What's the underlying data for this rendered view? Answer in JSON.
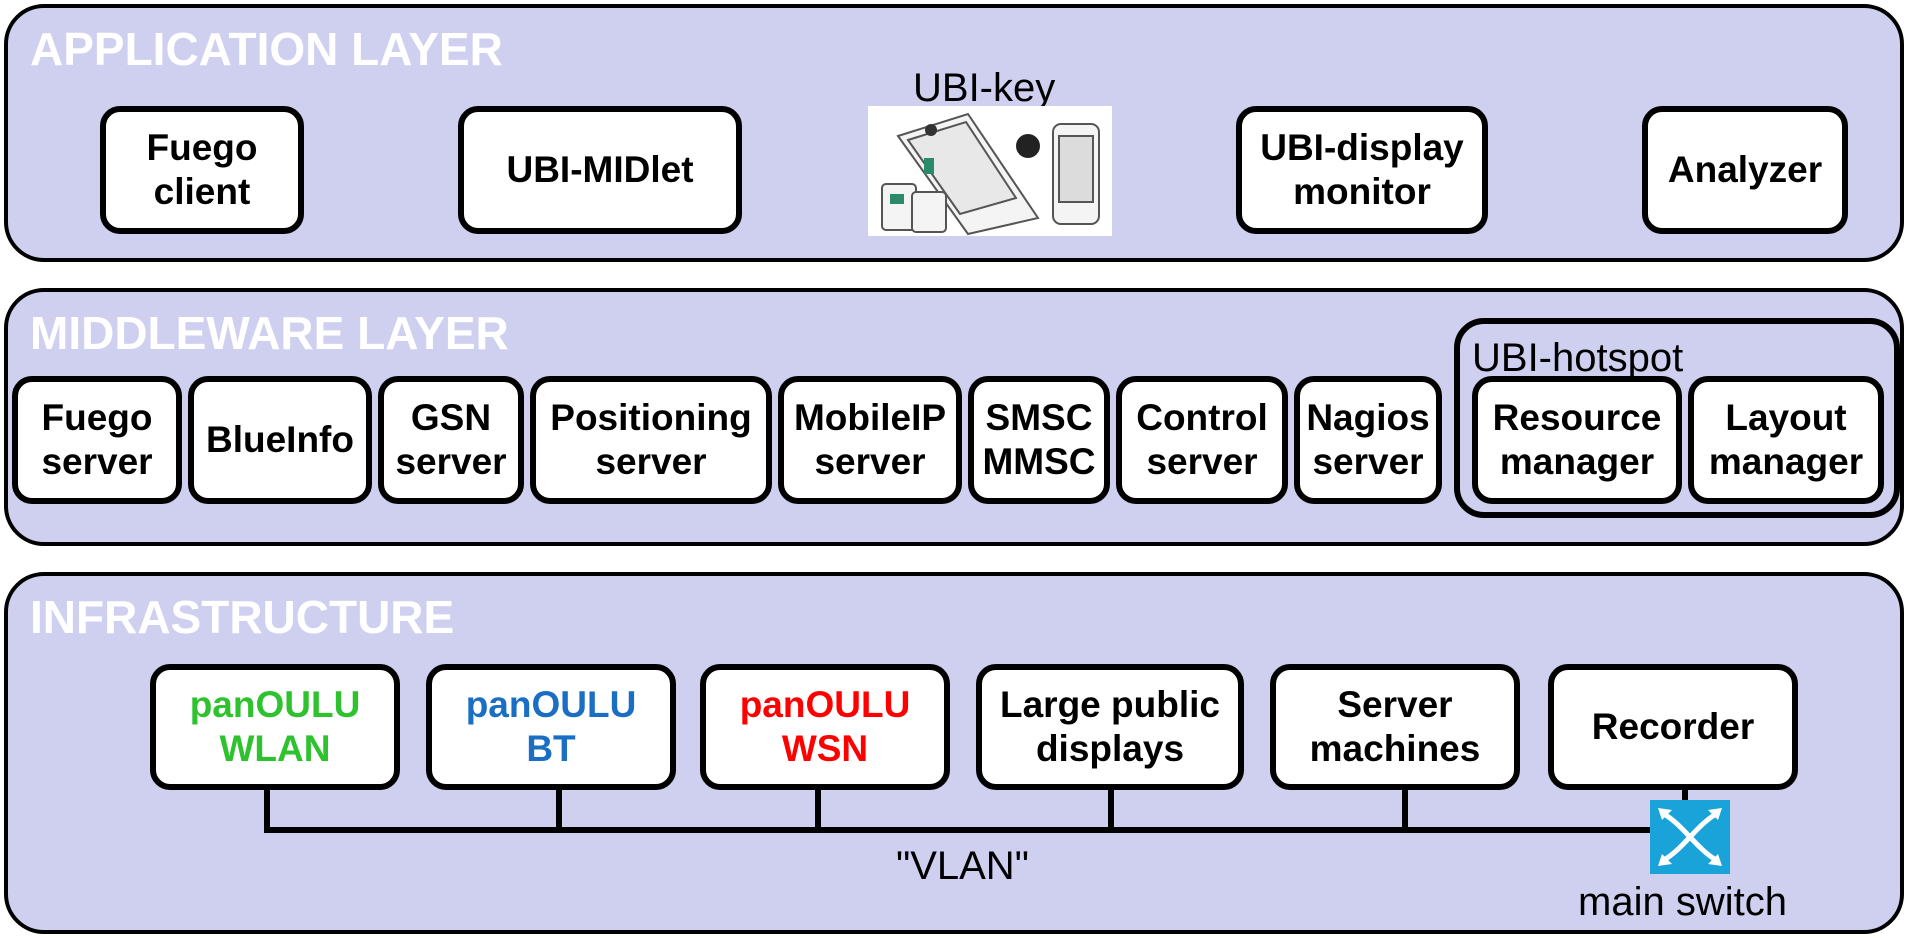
{
  "application_layer": {
    "title": "APPLICATION LAYER",
    "boxes": [
      {
        "lines": [
          "Fuego",
          "client"
        ]
      },
      {
        "lines": [
          "UBI-MIDlet"
        ]
      },
      {
        "lines": [
          "UBI-display",
          "monitor"
        ]
      },
      {
        "lines": [
          "Analyzer"
        ]
      }
    ],
    "ubikey": {
      "label": "UBI-key",
      "icon": "phone-devices-illustration"
    }
  },
  "middleware_layer": {
    "title": "MIDDLEWARE LAYER",
    "boxes": [
      {
        "lines": [
          "Fuego",
          "server"
        ]
      },
      {
        "lines": [
          "BlueInfo"
        ]
      },
      {
        "lines": [
          "GSN",
          "server"
        ]
      },
      {
        "lines": [
          "Positioning",
          "server"
        ]
      },
      {
        "lines": [
          "MobileIP",
          "server"
        ]
      },
      {
        "lines": [
          "SMSC",
          "MMSC"
        ]
      },
      {
        "lines": [
          "Control",
          "server"
        ]
      },
      {
        "lines": [
          "Nagios",
          "server"
        ]
      }
    ],
    "hotspot": {
      "label": "UBI-hotspot",
      "boxes": [
        {
          "lines": [
            "Resource",
            "manager"
          ]
        },
        {
          "lines": [
            "Layout",
            "manager"
          ]
        }
      ]
    }
  },
  "infrastructure_layer": {
    "title": "INFRASTRUCTURE",
    "boxes": [
      {
        "lines": [
          "panOULU",
          "WLAN"
        ],
        "color": "#2ec22e"
      },
      {
        "lines": [
          "panOULU",
          "BT"
        ],
        "color": "#1a6fc4"
      },
      {
        "lines": [
          "panOULU",
          "WSN"
        ],
        "color": "#ff0000"
      },
      {
        "lines": [
          "Large public",
          "displays"
        ],
        "color": "#000000"
      },
      {
        "lines": [
          "Server",
          "machines"
        ],
        "color": "#000000"
      },
      {
        "lines": [
          "Recorder"
        ],
        "color": "#000000"
      }
    ],
    "vlan_label": "\"VLAN\"",
    "switch": {
      "label": "main switch",
      "icon": "network-switch-icon",
      "color": "#1aa3d9"
    }
  },
  "colors": {
    "layer_fill": "#cfd0f0",
    "layer_title": "#ffffff",
    "border": "#000000"
  }
}
